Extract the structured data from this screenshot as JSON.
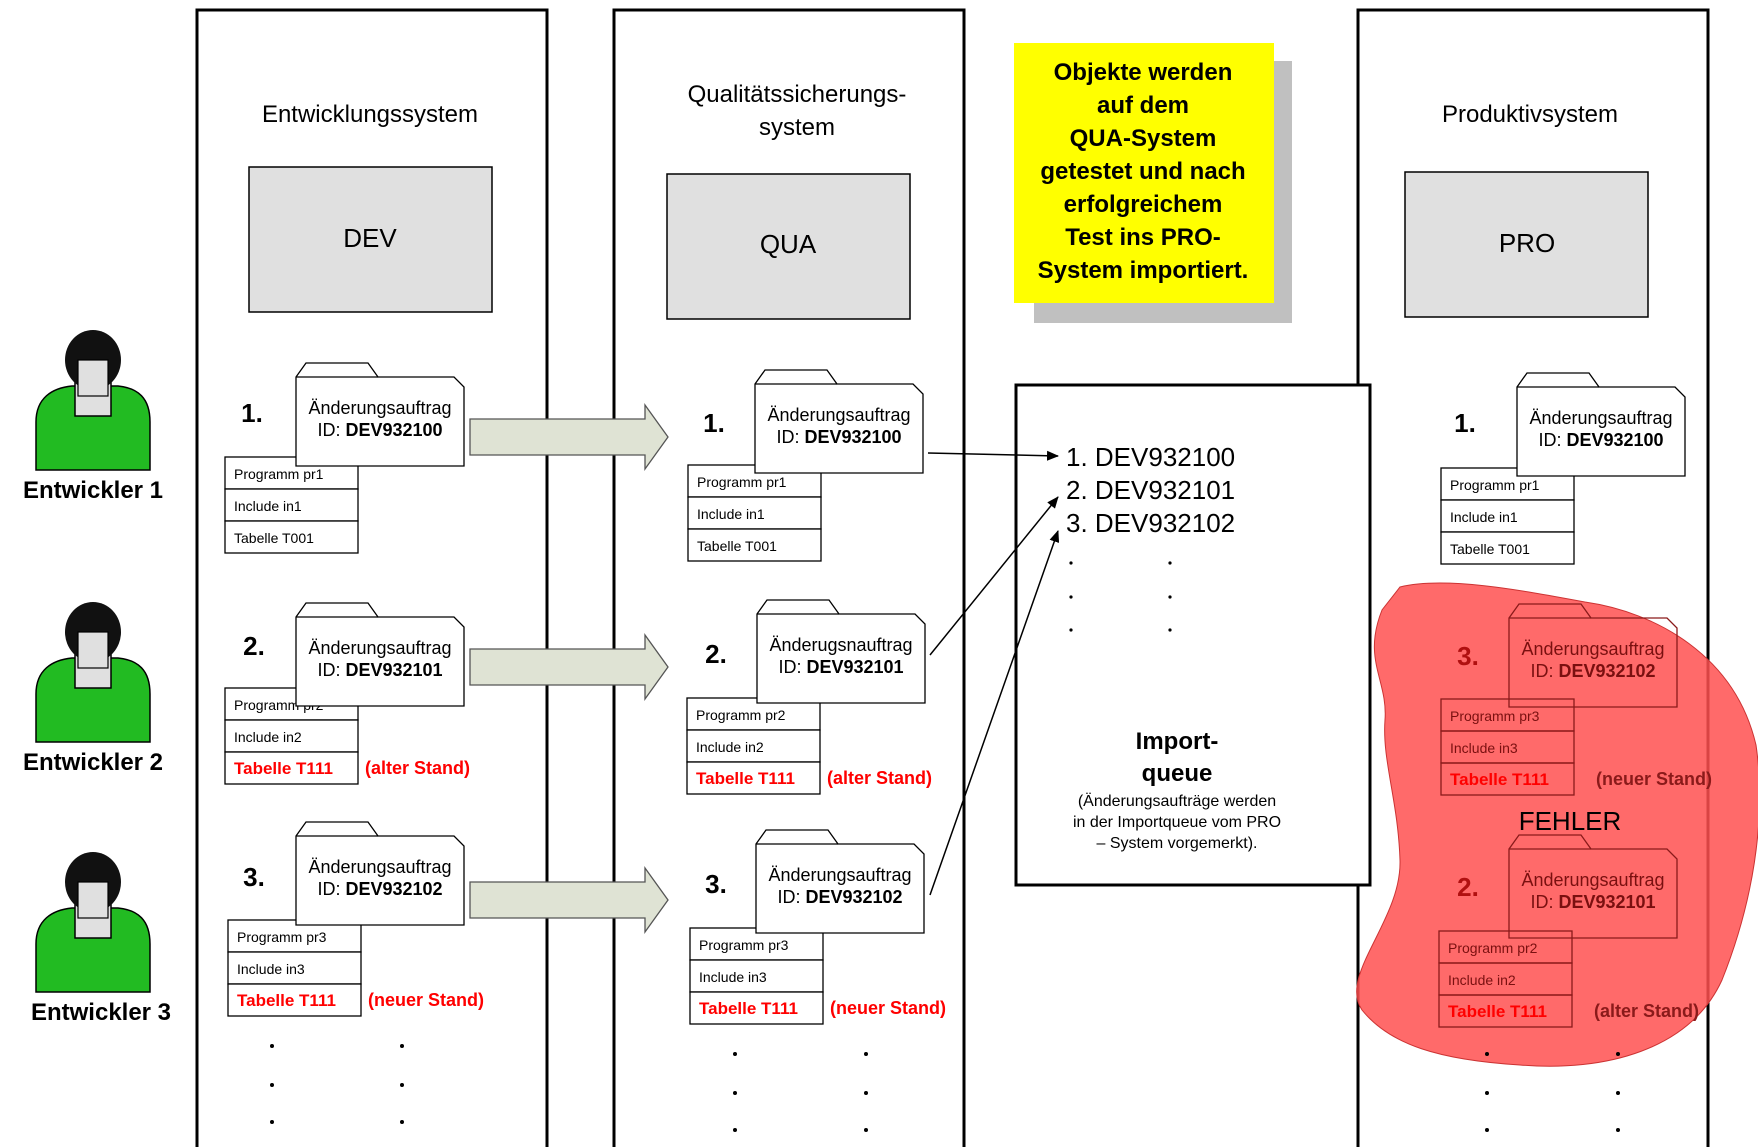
{
  "systems": {
    "dev": {
      "title": "Entwicklungssystem",
      "box": "DEV"
    },
    "qua": {
      "title_line1": "Qualitätssicherungs-",
      "title_line2": "system",
      "box": "QUA"
    },
    "pro": {
      "title": "Produktivsystem",
      "box": "PRO"
    }
  },
  "note": {
    "lines": [
      "Objekte werden",
      "auf dem",
      "QUA-System",
      "getestet und nach",
      "erfolgreichem",
      "Test ins PRO-",
      "System importiert."
    ],
    "color": "#ffff00"
  },
  "developers": [
    {
      "label": "Entwickler 1"
    },
    {
      "label": "Entwickler 2"
    },
    {
      "label": "Entwickler 3"
    }
  ],
  "requests": {
    "dev": [
      {
        "num": "1.",
        "title": "Änderungsauftrag",
        "id_prefix": "ID: ",
        "id": "DEV932100",
        "objects": [
          "Programm pr1",
          "Include in1",
          "Tabelle T001"
        ],
        "note": ""
      },
      {
        "num": "2.",
        "title": "Änderungsauftrag",
        "id_prefix": "ID: ",
        "id": "DEV932101",
        "objects": [
          "Programm pr2",
          "Include in2",
          "Tabelle T111"
        ],
        "note": "(alter Stand)"
      },
      {
        "num": "3.",
        "title": "Änderungsauftrag",
        "id_prefix": "ID: ",
        "id": "DEV932102",
        "objects": [
          "Programm pr3",
          "Include in3",
          "Tabelle T111"
        ],
        "note": "(neuer Stand)"
      }
    ],
    "qua": [
      {
        "num": "1.",
        "title": "Änderungsauftrag",
        "id_prefix": "ID: ",
        "id": "DEV932100",
        "objects": [
          "Programm pr1",
          "Include in1",
          "Tabelle T001"
        ],
        "note": ""
      },
      {
        "num": "2.",
        "title": "Änderugsnauftrag",
        "id_prefix": "ID: ",
        "id": "DEV932101",
        "objects": [
          "Programm pr2",
          "Include in2",
          "Tabelle T111"
        ],
        "note": "(alter Stand)"
      },
      {
        "num": "3.",
        "title": "Änderungsauftrag",
        "id_prefix": "ID: ",
        "id": "DEV932102",
        "objects": [
          "Programm pr3",
          "Include in3",
          "Tabelle T111"
        ],
        "note": "(neuer Stand)"
      }
    ],
    "pro": [
      {
        "num": "1.",
        "title": "Änderungsauftrag",
        "id_prefix": "ID: ",
        "id": "DEV932100",
        "objects": [
          "Programm pr1",
          "Include in1",
          "Tabelle T001"
        ],
        "note": ""
      },
      {
        "num": "3.",
        "title": "Änderungsauftrag",
        "id_prefix": "ID: ",
        "id": "DEV932102",
        "objects": [
          "Programm pr3",
          "Include in3",
          "Tabelle T111"
        ],
        "note": "(neuer Stand)"
      },
      {
        "num": "2.",
        "title": "Änderungsauftrag",
        "id_prefix": "ID: ",
        "id": "DEV932101",
        "objects": [
          "Programm pr2",
          "Include in2",
          "Tabelle T111"
        ],
        "note": "(alter Stand)"
      }
    ]
  },
  "queue": {
    "items": [
      "1. DEV932100",
      "2. DEV932101",
      "3. DEV932102"
    ],
    "title_line1": "Import-",
    "title_line2": "queue",
    "desc": [
      "(Änderungsaufträge werden",
      "in der Importqueue vom PRO",
      "– System vorgemerkt)."
    ]
  },
  "error": {
    "label": "FEHLER",
    "color": "#ff5050"
  },
  "colors": {
    "highlight_text": "#ff0000",
    "system_box": "#e0e0e0",
    "arrow_fill": "#dfe3d4",
    "person_body": "#22bb22"
  }
}
